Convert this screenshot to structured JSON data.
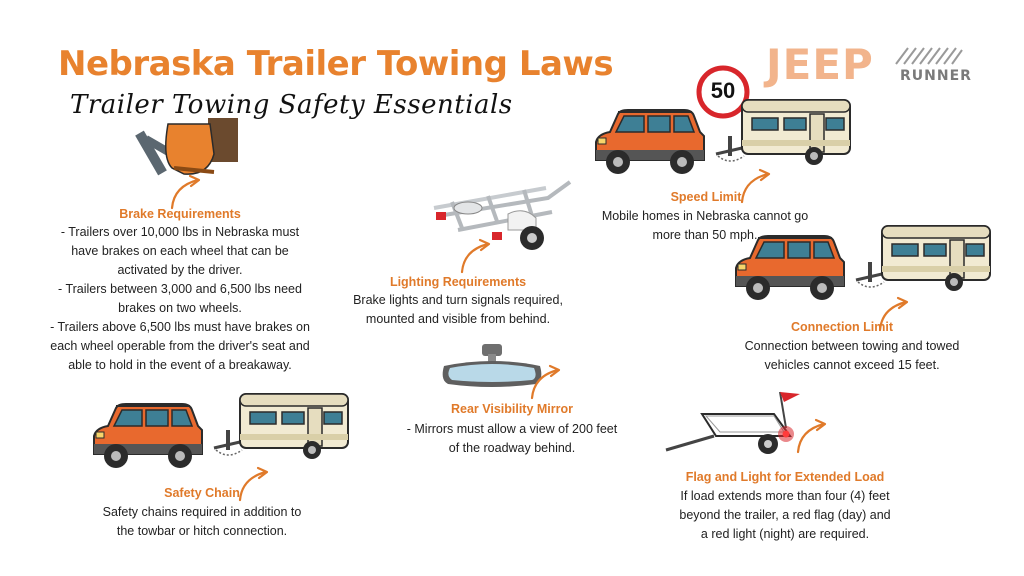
{
  "header": {
    "title": "Nebraska Trailer Towing Laws",
    "subtitle": "Trailer Towing Safety Essentials"
  },
  "logo": {
    "brand": "JEEP",
    "sub": "RUNNER"
  },
  "colors": {
    "accent": "#E07A2A",
    "jeep_body": "#E8692E",
    "trailer_body": "#F1EAD2",
    "trailer_window": "#3E7F95",
    "sign_red": "#D8262B"
  },
  "sections": {
    "brake": {
      "heading": "Brake Requirements",
      "lines": [
        "- Trailers over 10,000 lbs in Nebraska must",
        "have brakes on each wheel that can be",
        "activated by the driver.",
        "- Trailers between 3,000 and 6,500 lbs need",
        "brakes on two wheels.",
        "- Trailers above 6,500 lbs must have brakes on",
        "each wheel operable from the driver's seat and",
        "able to hold in the event of a breakaway."
      ]
    },
    "lighting": {
      "heading": "Lighting Requirements",
      "lines": [
        "Brake lights and turn signals required,",
        "mounted and visible from behind."
      ]
    },
    "speed": {
      "heading": "Speed Limit",
      "sign": "50",
      "lines": [
        "Mobile homes in Nebraska cannot go",
        "more than 50 mph."
      ]
    },
    "connection": {
      "heading": "Connection Limit",
      "lines": [
        "Connection between towing and towed",
        "vehicles cannot exceed 15 feet."
      ]
    },
    "mirror": {
      "heading": "Rear Visibility Mirror",
      "lines": [
        "- Mirrors must allow a view of 200 feet",
        "of the roadway behind."
      ]
    },
    "chain": {
      "heading": "Safety Chain",
      "lines": [
        "Safety chains required in addition to",
        "the towbar or hitch connection."
      ]
    },
    "flag": {
      "heading": "Flag and Light for Extended Load",
      "lines": [
        "If load extends more than four (4) feet",
        "beyond the trailer, a red flag (day) and",
        "a red light (night) are required."
      ]
    }
  }
}
